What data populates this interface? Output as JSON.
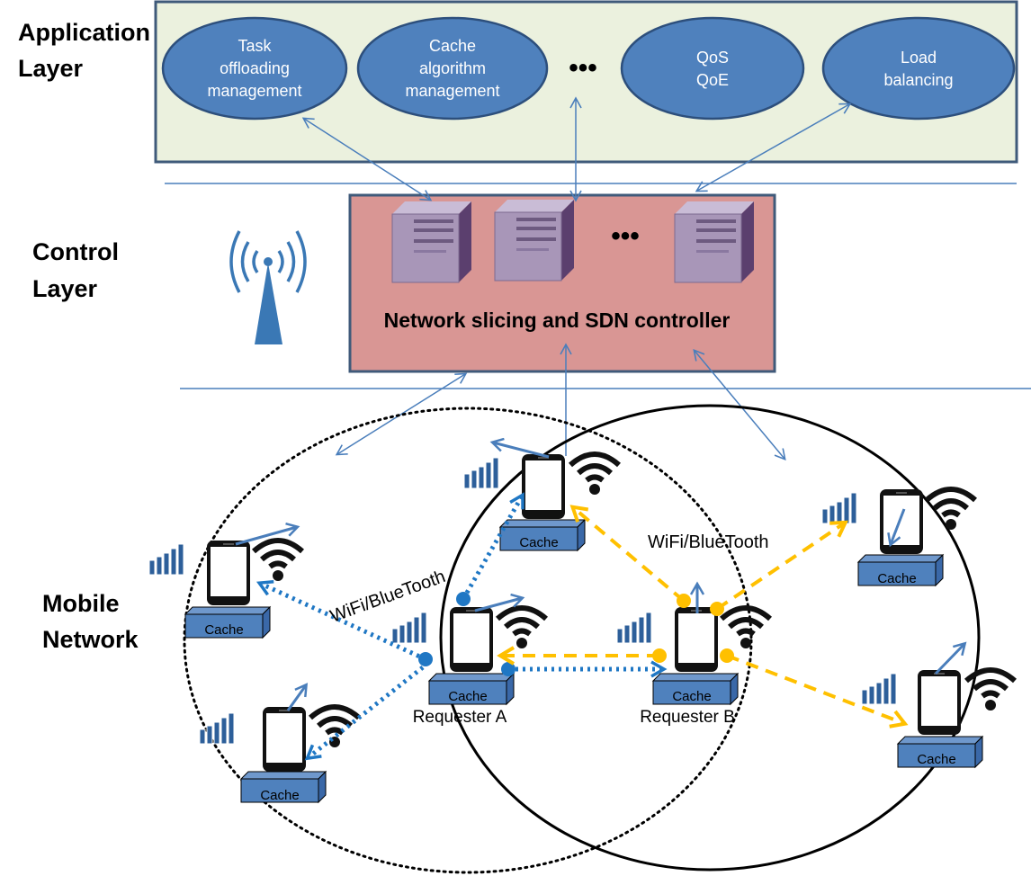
{
  "layers": {
    "application": {
      "label_line1": "Application",
      "label_line2": "Layer",
      "modules": [
        {
          "lines": [
            "Task",
            "offloading",
            "management"
          ]
        },
        {
          "lines": [
            "Cache",
            "algorithm",
            "management"
          ]
        },
        {
          "lines": [
            "QoS",
            "QoE"
          ]
        },
        {
          "lines": [
            "Load",
            "balancing"
          ]
        }
      ],
      "ellipsis": "•••"
    },
    "control": {
      "label_line1": "Control",
      "label_line2": "Layer",
      "controller_title": "Network slicing and SDN controller",
      "ellipsis": "•••"
    },
    "mobile": {
      "label_line1": "Mobile",
      "label_line2": "Network"
    }
  },
  "network": {
    "cache_label": "Cache",
    "link_label_a": "WiFi/BlueTooth",
    "link_label_b": "WiFi/BlueTooth",
    "requester_a": "Requester A",
    "requester_b": "Requester B"
  },
  "colors": {
    "app_fill": "#ebf1de",
    "app_border": "#3f5a7a",
    "ellipse_fill": "#4f81bd",
    "ellipse_border": "#2d4f7c",
    "control_fill": "#d99694",
    "control_border": "#3f5a7a",
    "cache_fill": "#4f81bd",
    "blue_link": "#1f77c4",
    "yellow_link": "#ffc000",
    "thin_arrow": "#4a7ebb",
    "antenna": "#3a78b5"
  },
  "icons": [
    "antenna-icon",
    "server-icon",
    "phone-icon",
    "wifi-icon",
    "signal-bars-icon"
  ]
}
